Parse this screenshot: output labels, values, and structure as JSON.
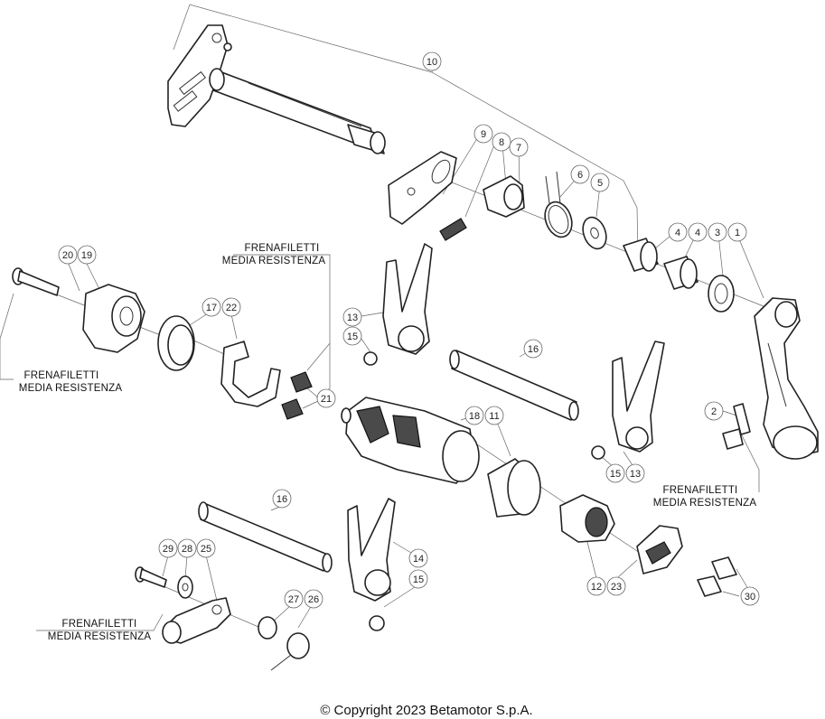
{
  "callouts": {
    "c1": "1",
    "c2": "2",
    "c3": "3",
    "c4a": "4",
    "c4b": "4",
    "c5": "5",
    "c6": "6",
    "c7": "7",
    "c8": "8",
    "c9": "9",
    "c10": "10",
    "c11": "11",
    "c12": "12",
    "c13a": "13",
    "c13b": "13",
    "c14": "14",
    "c15a": "15",
    "c15b": "15",
    "c15c": "15",
    "c16a": "16",
    "c16b": "16",
    "c17": "17",
    "c18": "18",
    "c19": "19",
    "c20": "20",
    "c21": "21",
    "c22": "22",
    "c23": "23",
    "c25": "25",
    "c26": "26",
    "c27": "27",
    "c28": "28",
    "c29": "29",
    "c30": "30"
  },
  "notes": {
    "top_line1": "FRENAFILETTI",
    "top_line2": "MEDIA RESISTENZA",
    "left_line1": "FRENAFILETTI",
    "left_line2": "MEDIA RESISTENZA",
    "right_line1": "FRENAFILETTI",
    "right_line2": "MEDIA RESISTENZA",
    "bottom_line1": "FRENAFILETTI",
    "bottom_line2": "MEDIA RESISTENZA"
  },
  "copyright": "© Copyright 2023 Betamotor S.p.A."
}
